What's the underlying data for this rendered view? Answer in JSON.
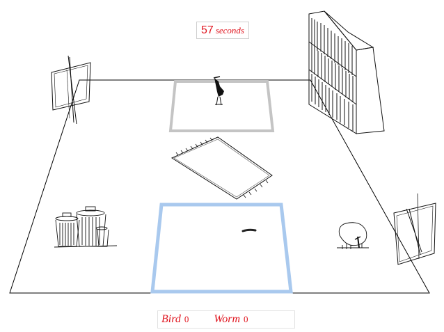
{
  "hud": {
    "timer_value": "57",
    "timer_unit": "seconds",
    "score": [
      {
        "label": "Bird",
        "value": "0"
      },
      {
        "label": "Worm",
        "value": "0"
      }
    ]
  },
  "colors": {
    "hud_text": "#e0151f",
    "bird_zone": "#c4c4c4",
    "worm_zone": "#a9c9ee",
    "ink": "#000000"
  },
  "icons": [
    "bird-icon",
    "worm-icon",
    "bookshelf-icon",
    "rug-icon",
    "trash-cans-icon",
    "tree-icon",
    "window-left-icon",
    "window-right-icon"
  ]
}
